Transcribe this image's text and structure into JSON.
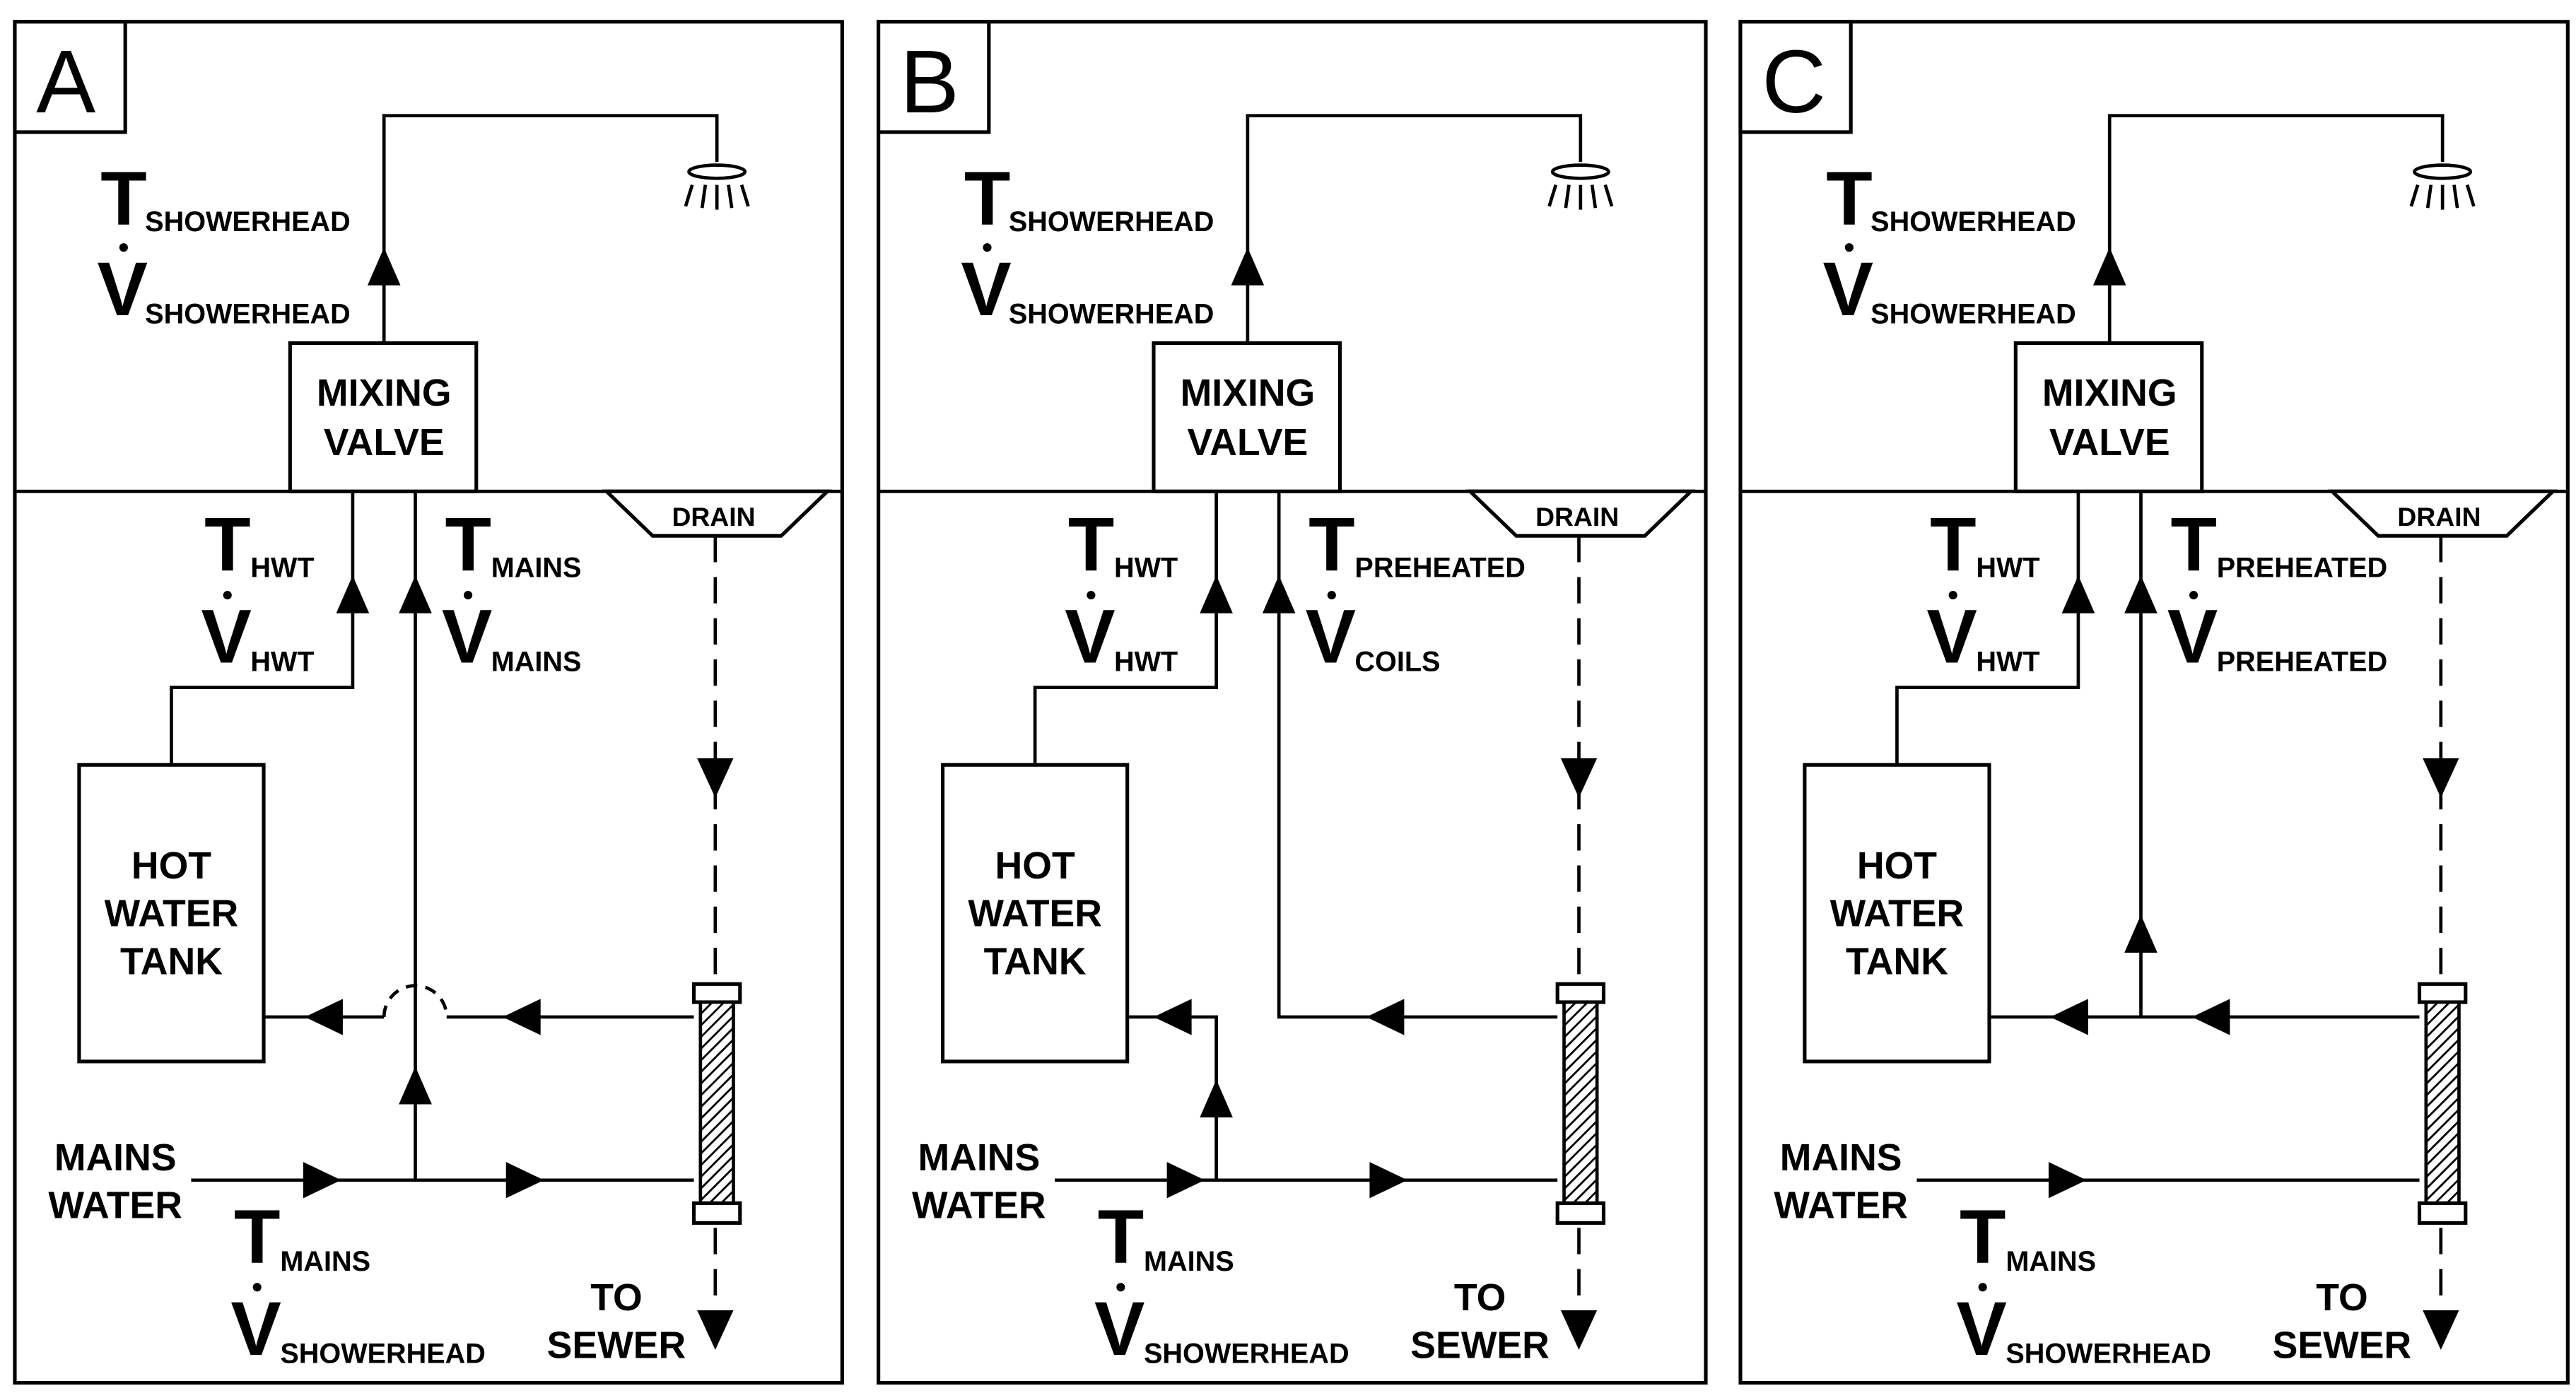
{
  "panels": [
    {
      "letter": "A",
      "mixing_valve": [
        "MIXING",
        "VALVE"
      ],
      "hot_water_tank": [
        "HOT",
        "WATER",
        "TANK"
      ],
      "drain": "DRAIN",
      "mains_water": [
        "MAINS",
        "WATER"
      ],
      "to_sewer": [
        "TO",
        "SEWER"
      ],
      "label_showerhead": {
        "t": "T",
        "t_sub": "SHOWERHEAD",
        "v": "V",
        "v_sub": "SHOWERHEAD"
      },
      "label_hwt": {
        "t": "T",
        "t_sub": "HWT",
        "v": "V",
        "v_sub": "HWT"
      },
      "label_right": {
        "t": "T",
        "t_sub": "MAINS",
        "v": "V",
        "v_sub": "MAINS"
      },
      "label_inlet": {
        "t": "T",
        "t_sub": "MAINS",
        "v": "V",
        "v_sub": "SHOWERHEAD"
      }
    },
    {
      "letter": "B",
      "mixing_valve": [
        "MIXING",
        "VALVE"
      ],
      "hot_water_tank": [
        "HOT",
        "WATER",
        "TANK"
      ],
      "drain": "DRAIN",
      "mains_water": [
        "MAINS",
        "WATER"
      ],
      "to_sewer": [
        "TO",
        "SEWER"
      ],
      "label_showerhead": {
        "t": "T",
        "t_sub": "SHOWERHEAD",
        "v": "V",
        "v_sub": "SHOWERHEAD"
      },
      "label_hwt": {
        "t": "T",
        "t_sub": "HWT",
        "v": "V",
        "v_sub": "HWT"
      },
      "label_right": {
        "t": "T",
        "t_sub": "PREHEATED",
        "v": "V",
        "v_sub": "COILS"
      },
      "label_inlet": {
        "t": "T",
        "t_sub": "MAINS",
        "v": "V",
        "v_sub": "SHOWERHEAD"
      }
    },
    {
      "letter": "C",
      "mixing_valve": [
        "MIXING",
        "VALVE"
      ],
      "hot_water_tank": [
        "HOT",
        "WATER",
        "TANK"
      ],
      "drain": "DRAIN",
      "mains_water": [
        "MAINS",
        "WATER"
      ],
      "to_sewer": [
        "TO",
        "SEWER"
      ],
      "label_showerhead": {
        "t": "T",
        "t_sub": "SHOWERHEAD",
        "v": "V",
        "v_sub": "SHOWERHEAD"
      },
      "label_hwt": {
        "t": "T",
        "t_sub": "HWT",
        "v": "V",
        "v_sub": "HWT"
      },
      "label_right": {
        "t": "T",
        "t_sub": "PREHEATED",
        "v": "V",
        "v_sub": "PREHEATED"
      },
      "label_inlet": {
        "t": "T",
        "t_sub": "MAINS",
        "v": "V",
        "v_sub": "SHOWERHEAD"
      }
    }
  ]
}
